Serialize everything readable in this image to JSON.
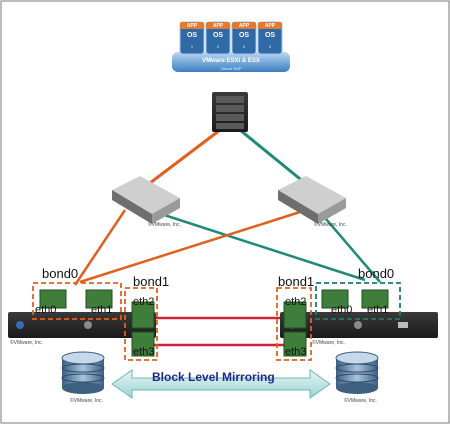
{
  "hypervisor": {
    "title": "VMware ESXi & ESX",
    "subtitle": "Virtual SMP",
    "vms": [
      {
        "app": "APP",
        "os": "OS",
        "num": "1"
      },
      {
        "app": "APP",
        "os": "OS",
        "num": "2"
      },
      {
        "app": "APP",
        "os": "OS",
        "num": "3"
      },
      {
        "app": "APP",
        "os": "OS",
        "num": "4"
      }
    ]
  },
  "labels": {
    "left_bond0": "bond0",
    "left_bond1": "bond1",
    "left_eth0": "eth0",
    "left_eth1": "eth1",
    "left_eth2": "eth2",
    "left_eth3": "eth3",
    "right_bond1": "bond1",
    "right_bond0": "bond0",
    "right_eth2": "eth2",
    "right_eth3": "eth3",
    "right_eth0": "eth0",
    "right_eth1": "eth1",
    "mirroring": "Block Level Mirroring",
    "vmw_left_server": "©VMware, Inc.",
    "vmw_right_server": "©VMware, Inc.",
    "vmw_left_disk": "©VMware, Inc.",
    "vmw_right_disk": "©VMware, Inc.",
    "vmw_switch_left": "©VMware, Inc.",
    "vmw_switch_right": "©VMware, Inc."
  },
  "colors": {
    "orange_link": "#e0601f",
    "teal_link": "#1f8a7a",
    "red_link": "#d0203a",
    "bond_box": "#e0601f",
    "bond_box_teal": "#1f7a6a",
    "arrow_fill": "#bfe6e6",
    "hypervisor_blue": "#3a7fc2"
  }
}
